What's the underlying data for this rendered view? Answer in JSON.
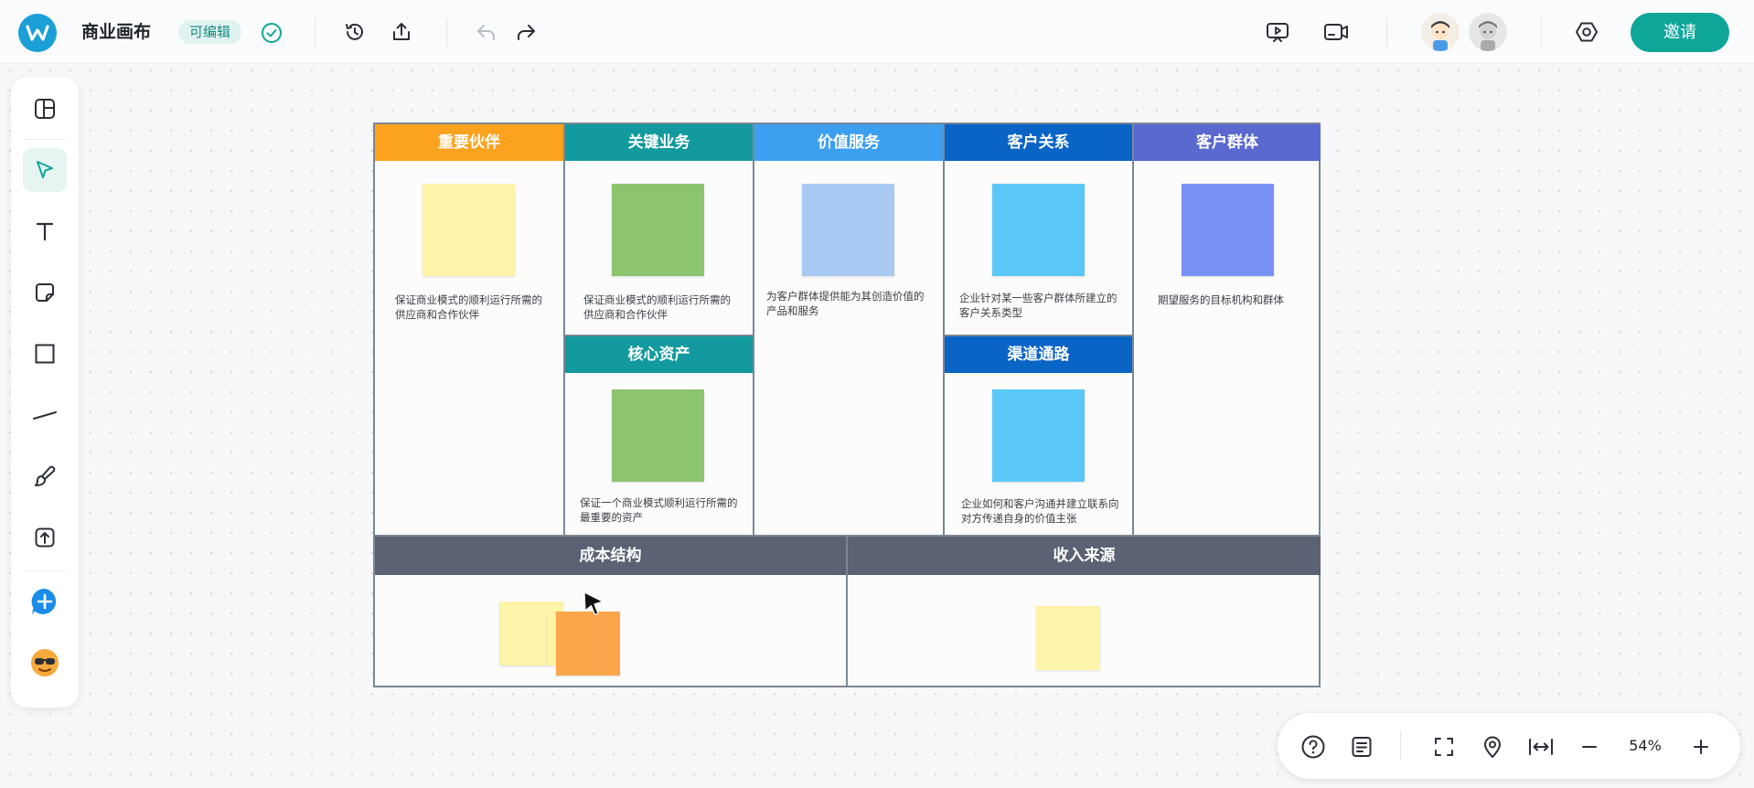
{
  "header": {
    "doc_title": "商业画布",
    "edit_badge": "可编辑",
    "invite_label": "邀请",
    "logo_icon": "w-logo-icon",
    "accent_color": "#0fa69a"
  },
  "toolbar": {
    "tools": [
      "layout-icon",
      "select-pointer-icon",
      "text-icon",
      "sticky-note-icon",
      "rectangle-icon",
      "line-icon",
      "brush-icon",
      "upload-icon",
      "add-chat-icon",
      "emoji-avatar-icon"
    ]
  },
  "canvas": {
    "partners": {
      "title": "重要伙伴",
      "desc": "保证商业模式的顺利运行所需的供应商和合作伙伴",
      "color": "#fba21e"
    },
    "key_activities": {
      "title": "关键业务",
      "desc": "保证商业模式的顺利运行所需的供应商和合作伙伴",
      "color": "#129a9e"
    },
    "key_resources": {
      "title": "核心资产",
      "desc": "保证一个商业模式顺利运行所需的最重要的资产",
      "color": "#129a9e"
    },
    "value": {
      "title": "价值服务",
      "desc": "为客户群体提供能为其创造价值的产品和服务",
      "color": "#3d9ff0"
    },
    "relationships": {
      "title": "客户关系",
      "desc": "企业针对某一些客户群体所建立的客户关系类型",
      "color": "#0a64c6"
    },
    "channels": {
      "title": "渠道通路",
      "desc": "企业如何和客户沟通并建立联系向对方传递自身的价值主张",
      "color": "#0a64c6"
    },
    "segments": {
      "title": "客户群体",
      "desc": "期望服务的目标机构和群体",
      "color": "#5a68cf"
    },
    "cost": {
      "title": "成本结构",
      "color": "#5a6273"
    },
    "revenue": {
      "title": "收入来源",
      "color": "#5a6273"
    }
  },
  "bottom_bar": {
    "zoom": "54%",
    "icons": [
      "help-icon",
      "notes-icon",
      "fullscreen-icon",
      "location-icon",
      "fit-width-icon",
      "zoom-out-icon",
      "zoom-in-icon"
    ]
  }
}
